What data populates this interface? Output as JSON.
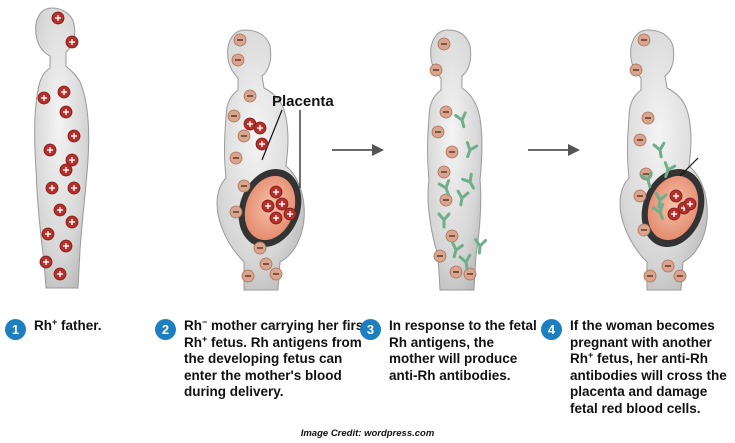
{
  "labels": {
    "placenta": "Placenta"
  },
  "steps": [
    {
      "num": "1",
      "pre": "Rh",
      "sup": "+",
      "post": " father."
    },
    {
      "num": "2",
      "pre": "Rh",
      "sup": "−",
      "post": " mother carrying her first Rh",
      "sup2": "+",
      "post2": " fetus.  Rh antigens from the developing fetus can enter the mother's blood during delivery."
    },
    {
      "num": "3",
      "text": "In response to the fetal Rh antigens, the mother will produce anti-Rh antibodies."
    },
    {
      "num": "4",
      "pre": "If the woman becomes pregnant with another Rh",
      "sup": "+",
      "post": " fetus, her anti-Rh antibodies will cross the placenta and damage fetal red blood cells."
    }
  ],
  "credit": "Image Credit: wordpress.com",
  "colors": {
    "positive_cell": "#b5302a",
    "negative_cell": "#d9a58e",
    "antibody": "#6fae8a",
    "body": "#d8d8d8",
    "number_badge": "#1e7fc0",
    "arrow": "#555555"
  },
  "icons": [
    "positive-antigen-cell",
    "negative-cell",
    "antibody-y",
    "arrow-right"
  ]
}
